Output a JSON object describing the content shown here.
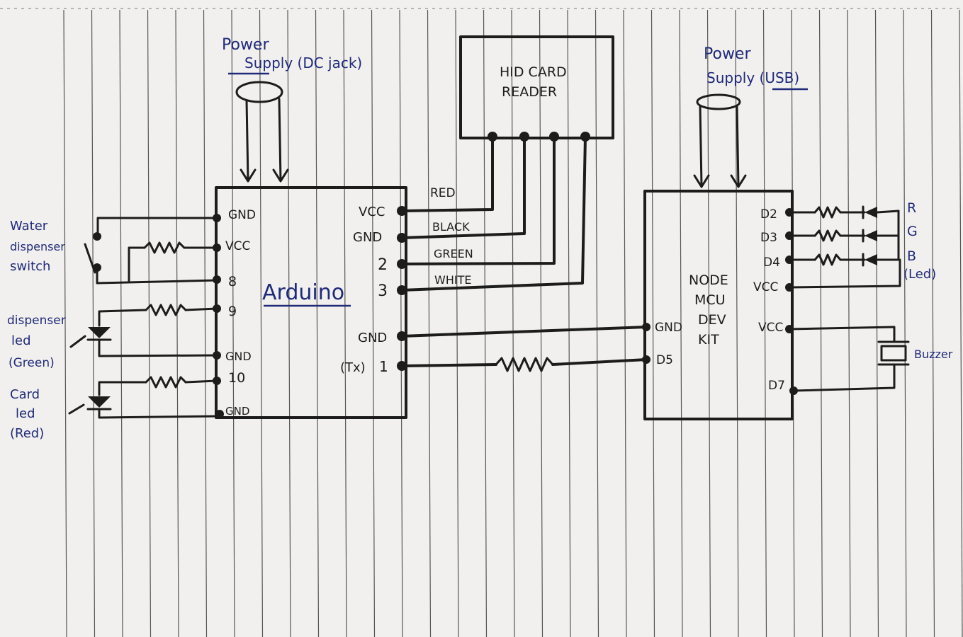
{
  "power_dc": {
    "line1": "Power",
    "line2": "Supply (DC jack)"
  },
  "power_usb": {
    "line1": "Power",
    "line2": "Supply (USB)"
  },
  "hid": {
    "line1": "HID CARD",
    "line2": "READER"
  },
  "wire_colors": {
    "red": "RED",
    "black": "BLACK",
    "green": "GREEN",
    "white": "WHITE"
  },
  "arduino": {
    "name": "Arduino",
    "left_pins": {
      "gnd1": "GND",
      "vcc": "VCC",
      "p8": "8",
      "p9": "9",
      "gnd2": "GND",
      "p10": "10",
      "gnd3": "GND"
    },
    "right_pins": {
      "vcc": "VCC",
      "gnd1": "GND",
      "p2": "2",
      "p3": "3",
      "gnd2": "GND",
      "tx": "(Tx)",
      "p1": "1"
    }
  },
  "nodemcu": {
    "line1": "NODE",
    "line2": "MCU",
    "line3": "DEV",
    "line4": "KIT",
    "left_pins": {
      "gnd": "GND",
      "d5": "D5"
    },
    "right_pins": {
      "d2": "D2",
      "d3": "D3",
      "d4": "D4",
      "vcc1": "VCC",
      "vcc2": "VCC",
      "d7": "D7"
    }
  },
  "rgb": {
    "r": "R",
    "g": "G",
    "b": "B",
    "led": "(Led)"
  },
  "buzzer": "Buzzer",
  "switch_label": {
    "line1": "Water",
    "line2": "dispenser",
    "line3": "switch"
  },
  "green_led": {
    "line1": "dispenser",
    "line2": "led",
    "line3": "(Green)"
  },
  "red_led": {
    "line1": "Card",
    "line2": "led",
    "line3": "(Red)"
  },
  "colors": {
    "ink_blue": "#1f2a7a",
    "ink_black": "#1c1c1c",
    "paper": "#f2f0ee"
  }
}
